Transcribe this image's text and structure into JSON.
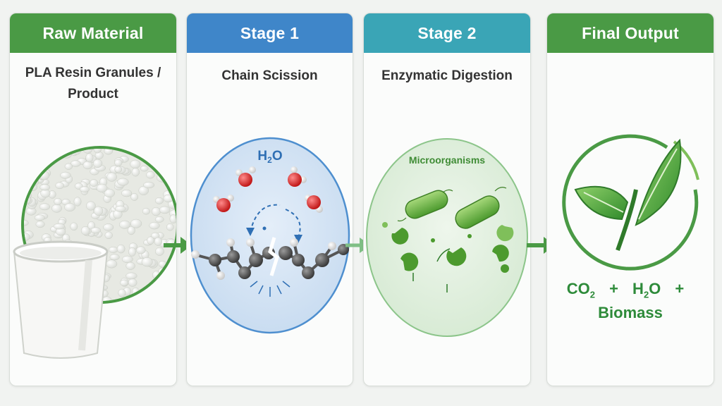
{
  "colors": {
    "green_header": "#4a9a45",
    "blue_header": "#3f86c9",
    "teal_header": "#3aa5b6",
    "arrow_green": "#4a9a45",
    "output_text": "#2e8b3a"
  },
  "panels": {
    "raw": {
      "title": "Raw Material",
      "subtitle_line1": "PLA Resin Granules /",
      "subtitle_line2": "Product"
    },
    "stage1": {
      "title": "Stage 1",
      "subtitle": "Chain Scission",
      "molecule_label": "H₂O"
    },
    "stage2": {
      "title": "Stage 2",
      "subtitle": "Enzymatic Digestion",
      "circle_label": "Microorganisms"
    },
    "final": {
      "title": "Final Output",
      "co2_base": "CO",
      "co2_sub": "2",
      "plus1": "+",
      "h2o_base": "H",
      "h2o_sub": "2",
      "h2o_tail": "O",
      "plus2": "+",
      "biomass": "Biomass"
    }
  },
  "icons": [
    "pla-granules-image",
    "paper-cup-icon",
    "water-molecule-icon",
    "polymer-chain-icon",
    "bacteria-icon",
    "enzyme-pacman-icon",
    "leaf-icon"
  ]
}
